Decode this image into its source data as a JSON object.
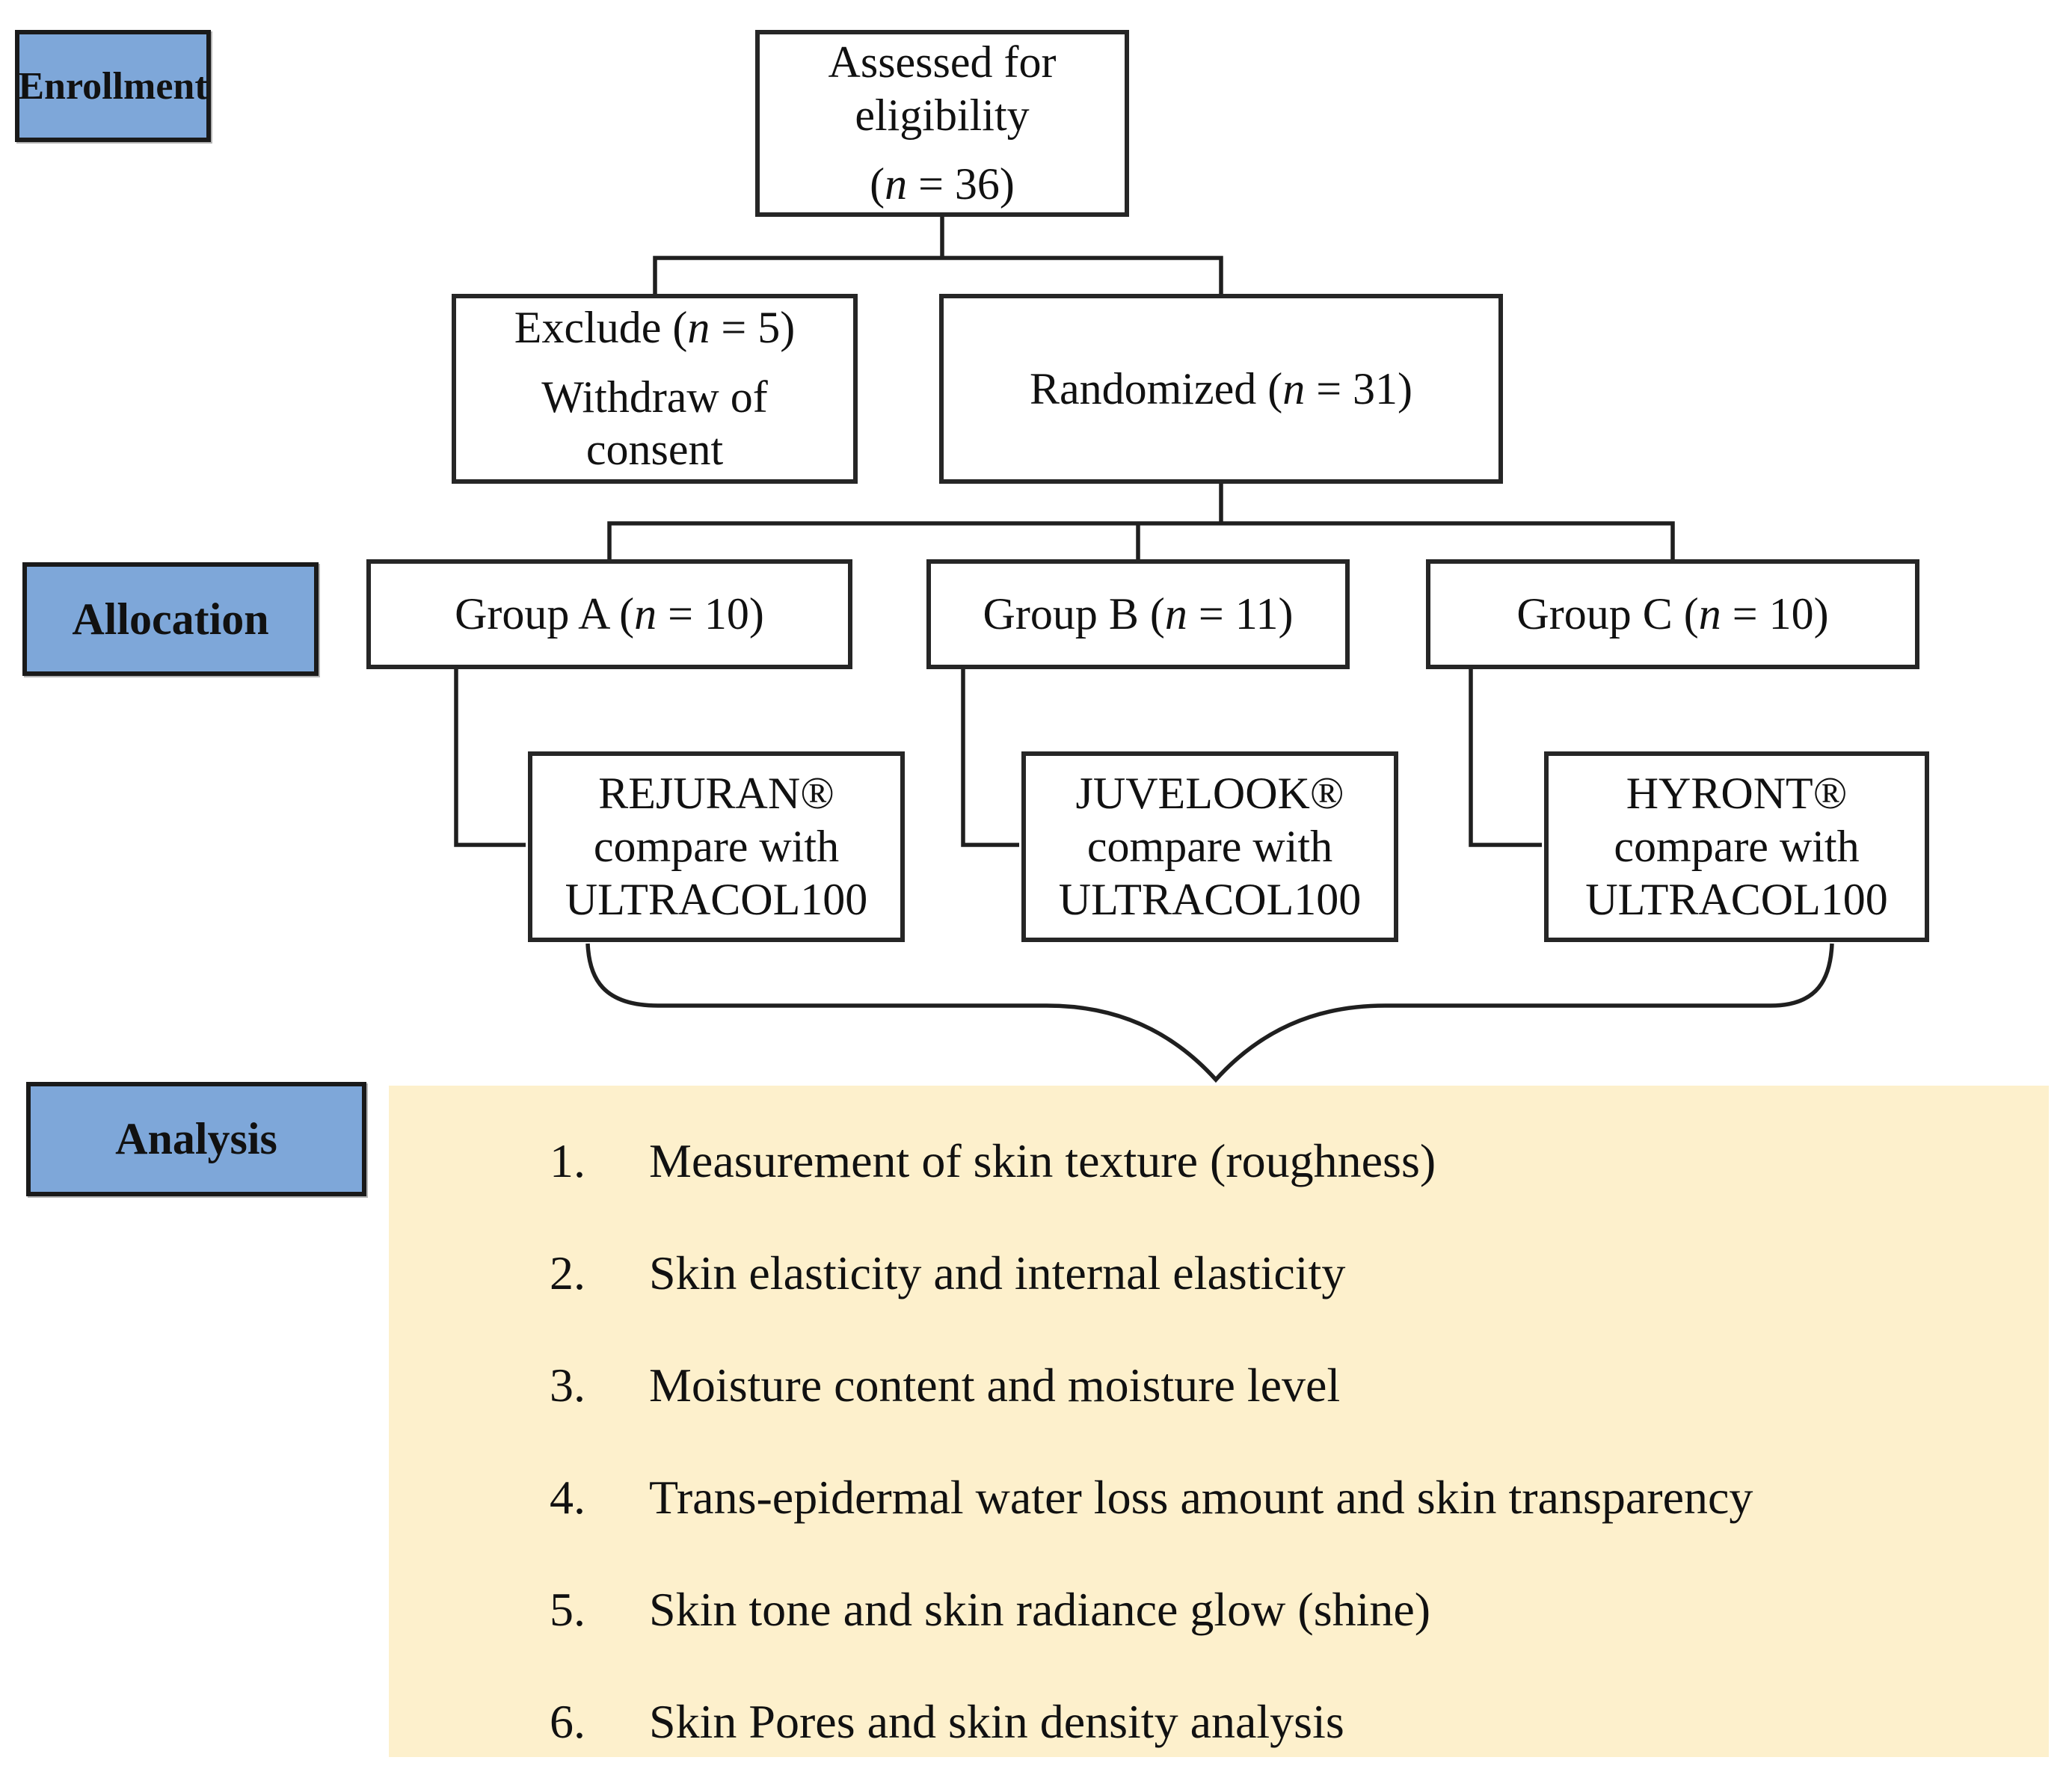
{
  "figure": {
    "kind": "randomized-trial-flow-diagram"
  },
  "colors": {
    "stage_fill": "#7EA7D9",
    "stage_border": "#1A1A1A",
    "node_border": "#262626",
    "panel_fill": "#FDF0CC",
    "line": "#1F1F1F",
    "text": "#111111"
  },
  "stages": {
    "enrollment": "Enrollment",
    "allocation": "Allocation",
    "analysis": "Analysis"
  },
  "nodes": {
    "assessed": {
      "title": "Assessed for eligibility",
      "count": "(n = 36)"
    },
    "exclude": {
      "line1": "Exclude (n = 5)",
      "line2": "Withdraw of consent"
    },
    "randomized": {
      "label": "Randomized (n = 31)"
    },
    "group_a": {
      "label": "Group A (n = 10)"
    },
    "group_b": {
      "label": "Group B (n = 11)"
    },
    "group_c": {
      "label": "Group C (n = 10)"
    },
    "compare_a": {
      "line1": "REJURAN®",
      "line2": "compare with",
      "line3": "ULTRACOL100"
    },
    "compare_b": {
      "line1": "JUVELOOK®",
      "line2": "compare with",
      "line3": "ULTRACOL100"
    },
    "compare_c": {
      "line1": "HYRONT®",
      "line2": "compare with",
      "line3": "ULTRACOL100"
    }
  },
  "analysis_panel": {
    "items": [
      {
        "num": "1.",
        "text": "Measurement of skin texture (roughness)"
      },
      {
        "num": "2.",
        "text": "Skin elasticity and internal elasticity"
      },
      {
        "num": "3.",
        "text": "Moisture content and moisture level"
      },
      {
        "num": "4.",
        "text": "Trans-epidermal water loss amount and skin transparency"
      },
      {
        "num": "5.",
        "text": "Skin tone and skin radiance glow (shine)"
      },
      {
        "num": "6.",
        "text": "Skin Pores and skin density analysis"
      }
    ]
  }
}
